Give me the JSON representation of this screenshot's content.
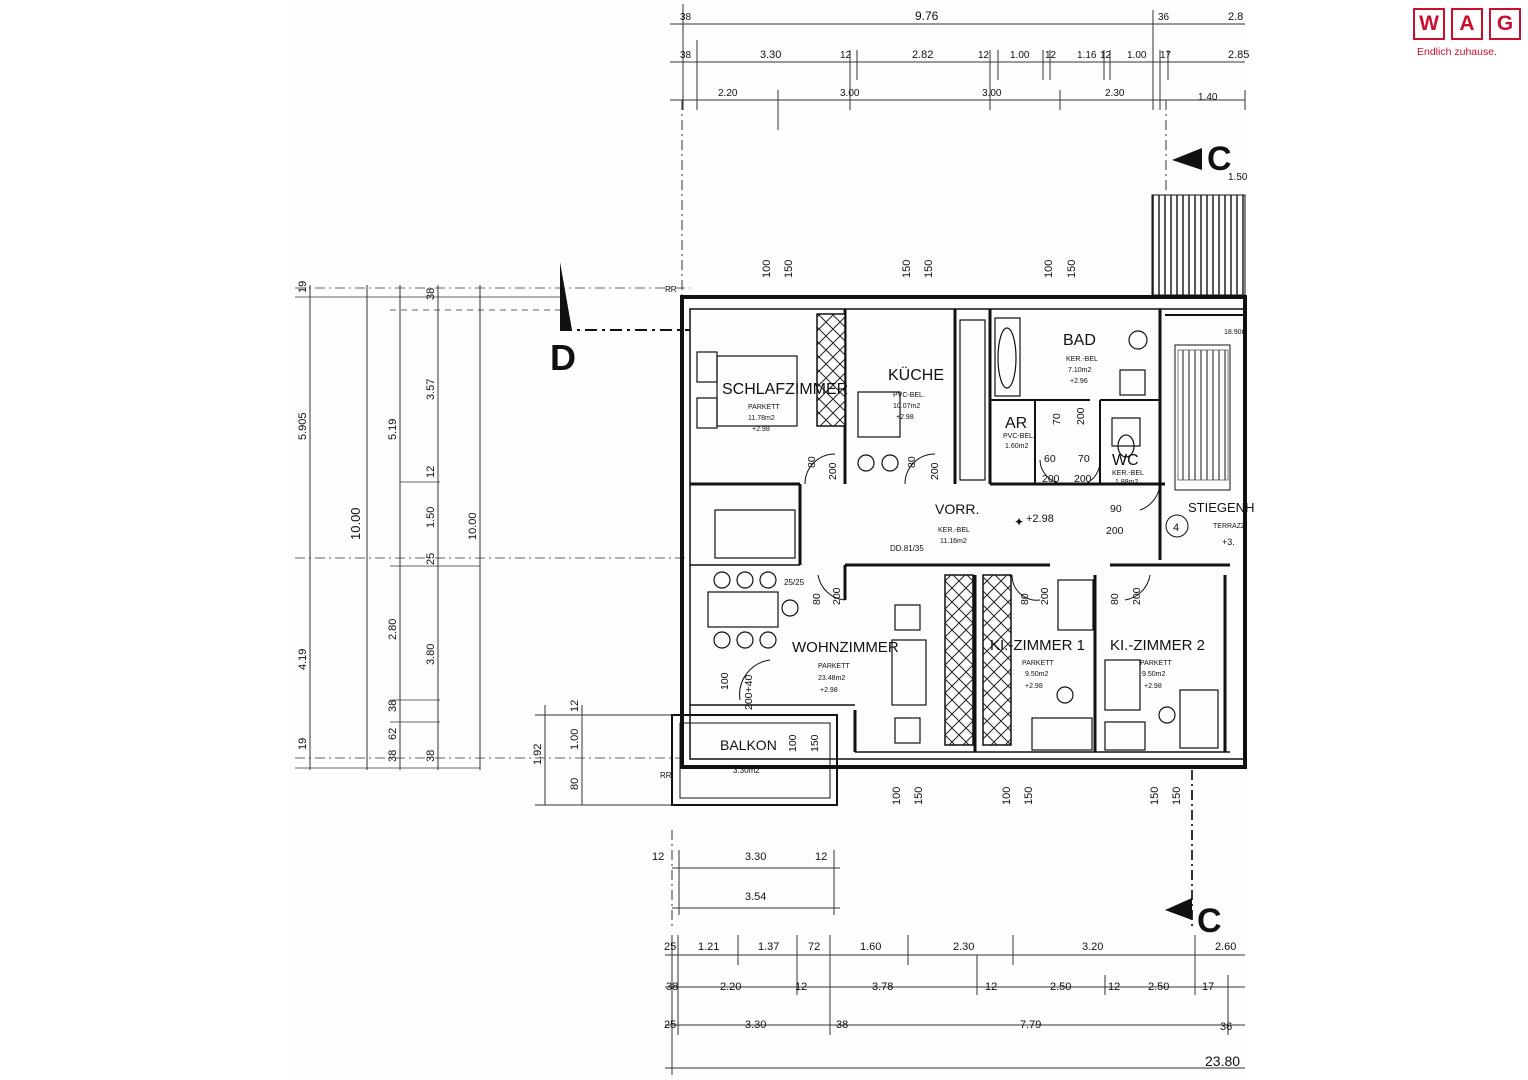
{
  "brand": {
    "letters": [
      "W",
      "A",
      "G"
    ],
    "tagline": "Endlich zuhause.",
    "color": "#c8102e"
  },
  "section_markers": {
    "c_top": "C",
    "c_bottom": "C",
    "d_left": "D"
  },
  "rooms": {
    "schlafzimmer": {
      "name": "SCHLAFZIMMER",
      "floor": "PARKETT",
      "area": "11.78m2",
      "height": "+2.98"
    },
    "kueche": {
      "name": "KÜCHE",
      "floor": "PVC-BEL.",
      "area": "10.07m2",
      "height": "+2.98"
    },
    "bad": {
      "name": "BAD",
      "floor": "KER.-BEL",
      "area": "7.10m2",
      "height": "+2.96"
    },
    "ar": {
      "name": "AR",
      "floor": "PVC-BEL.",
      "area": "1.60m2"
    },
    "wc": {
      "name": "WC",
      "floor": "KER.-BEL",
      "area": "1.88m2"
    },
    "vorr": {
      "name": "VORR.",
      "floor": "KER.-BEL",
      "area": "11.16m2",
      "level": "+2.98"
    },
    "wohnzimmer": {
      "name": "WOHNZIMMER",
      "floor": "PARKETT",
      "area": "23.48m2",
      "height": "+2.98"
    },
    "kizimmer1": {
      "name": "KI.-ZIMMER 1",
      "floor": "PARKETT",
      "area": "9.50m2",
      "height": "+2.98"
    },
    "kizimmer2": {
      "name": "KI.-ZIMMER 2",
      "floor": "PARKETT",
      "area": "9.50m2",
      "height": "+2.98"
    },
    "balkon": {
      "name": "BALKON",
      "area": "3.30m2"
    },
    "stiegen": {
      "name": "STIEGENH",
      "floor": "TERRAZZ",
      "level": "+3.",
      "area": "18.90m",
      "mark": "4"
    }
  },
  "dims": {
    "top1": [
      "38",
      "9.76",
      "36",
      "2.8"
    ],
    "top2": [
      "38",
      "3.30",
      "12",
      "2.82",
      "12",
      "1.00",
      "12",
      "1.16",
      "12",
      "1.00",
      "17",
      "2.85"
    ],
    "top3": [
      "2.20",
      "3.00",
      "3.00",
      "2.30",
      "1.40"
    ],
    "top_c": "1.50",
    "left_outer": [
      "19",
      "5.905",
      "10.00",
      "4.19",
      "19"
    ],
    "left_mid": [
      "5.19",
      "2.80",
      "10.00"
    ],
    "left_inner": [
      "38",
      "3.57",
      "12",
      "1.50",
      "25",
      "38",
      "62",
      "38",
      "38"
    ],
    "left_inner2": [
      "3.80"
    ],
    "balkon_side": [
      "12",
      "1.00",
      "1.92",
      "80"
    ],
    "below_balkon": [
      "12",
      "3.30",
      "12",
      "3.54"
    ],
    "bot1": [
      "25",
      "1.21",
      "1.37",
      "72",
      "1.60",
      "2.30",
      "3.20",
      "2.60"
    ],
    "bot2": [
      "38",
      "2.20",
      "12",
      "3.78",
      "12",
      "2.50",
      "12",
      "2.50",
      "17"
    ],
    "bot3": [
      "25",
      "3.30",
      "38",
      "7.79",
      "36"
    ],
    "bot_total": "23.80",
    "windows_top": [
      "100",
      "150",
      "150",
      "150",
      "100",
      "150"
    ],
    "windows_bot": [
      "100",
      "150",
      "100",
      "150",
      "150",
      "150"
    ],
    "doors": [
      "200",
      "80",
      "80",
      "200",
      "70",
      "200",
      "60",
      "200",
      "70",
      "200",
      "90",
      "200",
      "80",
      "200",
      "80",
      "200",
      "80",
      "200",
      "100",
      "200+40",
      "100",
      "150",
      "25/25",
      "DD.81/35"
    ],
    "rr": [
      "RR",
      "RR"
    ]
  }
}
